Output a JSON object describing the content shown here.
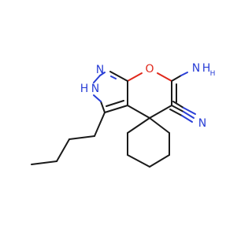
{
  "atoms": {
    "n1": "N",
    "nh": "H",
    "n2": "N",
    "o": "O",
    "nh2_n": "N",
    "nh2_h": "H",
    "nh2_h2": "H",
    "cn_n": "N"
  },
  "colors": {
    "carbon": "#1a1a1a",
    "nitrogen": "#2a3fd6",
    "oxygen": "#e0281b",
    "background": "#ffffff"
  }
}
